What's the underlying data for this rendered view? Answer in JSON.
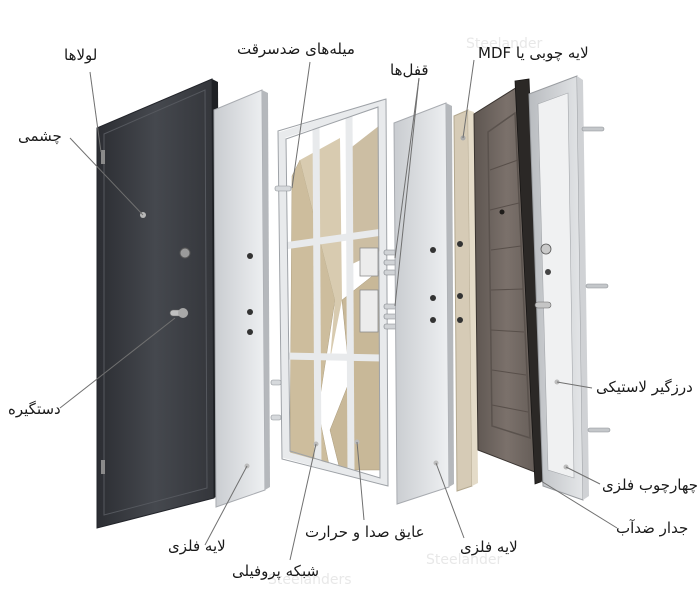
{
  "labels": {
    "hinges": "لولاها",
    "peephole": "چشمی",
    "handle": "دستگیره",
    "metal_layer_left": "لایه فلزی",
    "anti_theft_bars": "میله‌های ضدسرقت",
    "locks": "قفل‌ها",
    "mdf_layer": "لایه چوبی یا MDF",
    "rubber_seal": "درزگیر لاستیکی",
    "metal_frame": "چهارچوب فلزی",
    "waterproof_wall": "جدار ضدآب",
    "metal_layer_right": "لایه فلزی",
    "insulation": "عایق صدا و حرارت",
    "profile_grid": "شبکه پروفیلی"
  },
  "watermarks": {
    "top": "Steelander",
    "mid": "Steelander",
    "bottom": "Steelanders"
  },
  "colors": {
    "outer_leaf": "#3b3d42",
    "panel": "#dcdfe2",
    "mdf": "#cfc3ad",
    "wood": "#6e6560",
    "insulation": "#c8b89a",
    "frame": "#c9ccd0",
    "leader": "#707070"
  }
}
